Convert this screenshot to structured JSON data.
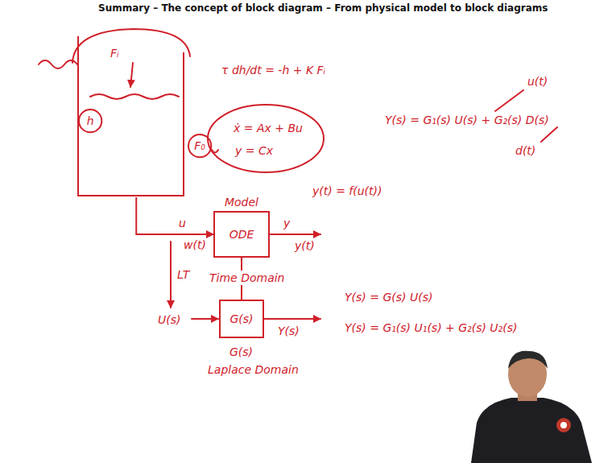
{
  "diagram": {
    "title": "Summary – The concept of block diagram – From physical model to block diagrams",
    "nodes": [
      {
        "text": [
          "Fᵢ"
        ]
      },
      {
        "text": [
          "h"
        ],
        "in": 0
      },
      {
        "text": [
          "F₀"
        ]
      },
      {
        "text": [
          "Model",
          "ODE"
        ]
      },
      {
        "text": [
          "G(s)"
        ]
      }
    ],
    "edges": [
      {
        "from": 0,
        "to": 3,
        "arrow": "to"
      },
      {
        "from": 3,
        "to": 4,
        "arrow": "none"
      }
    ],
    "labels": [
      "τ dh/dt = -h + K Fᵢ",
      "ẋ = Ax + Bu",
      "y = Cx",
      "Y(s) = G₁(s) U(s) + G₂(s) D(s)",
      "u(t)",
      "d(t)",
      "y(t) = f(u(t))",
      "u",
      "w(t)",
      "y",
      "y(t)",
      "LT",
      "U(s)",
      "Time Domain",
      "Y(s)",
      "G(s)",
      "Laplace Domain",
      "Y(s) = G(s) U(s)",
      "Y(s) = G₁(s) U₁(s) + G₂(s) U₂(s)"
    ]
  }
}
